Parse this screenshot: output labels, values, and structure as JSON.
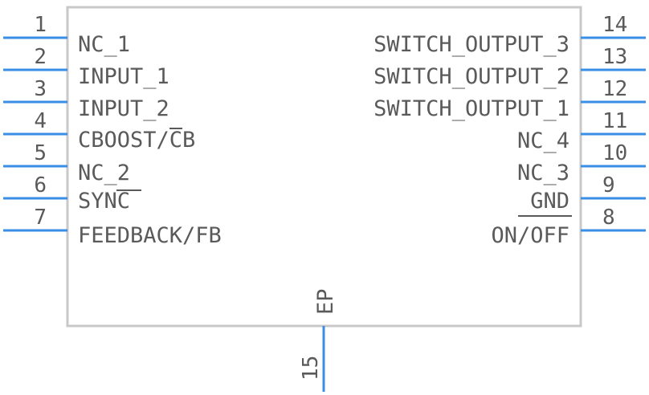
{
  "component": {
    "body_stroke": "#c8c8c8",
    "pin_color": "#3b8ee6",
    "text_color": "#5a5a5a"
  },
  "left_pins": [
    {
      "number": "1",
      "label": "NC_1"
    },
    {
      "number": "2",
      "label": "INPUT_1"
    },
    {
      "number": "3",
      "label": "INPUT_2"
    },
    {
      "number": "4",
      "label": "CBOOST/CB"
    },
    {
      "number": "5",
      "label": "NC_2"
    },
    {
      "number": "6",
      "label": "SYNC"
    },
    {
      "number": "7",
      "label": "FEEDBACK/FB"
    }
  ],
  "right_pins": [
    {
      "number": "14",
      "label": "SWITCH_OUTPUT_3"
    },
    {
      "number": "13",
      "label": "SWITCH_OUTPUT_2"
    },
    {
      "number": "12",
      "label": "SWITCH_OUTPUT_1"
    },
    {
      "number": "11",
      "label": "NC_4"
    },
    {
      "number": "10",
      "label": "NC_3"
    },
    {
      "number": "9",
      "label": "GND"
    },
    {
      "number": "8",
      "label": "ON/OFF"
    }
  ],
  "bottom_pin": {
    "number": "15",
    "label": "EP"
  }
}
